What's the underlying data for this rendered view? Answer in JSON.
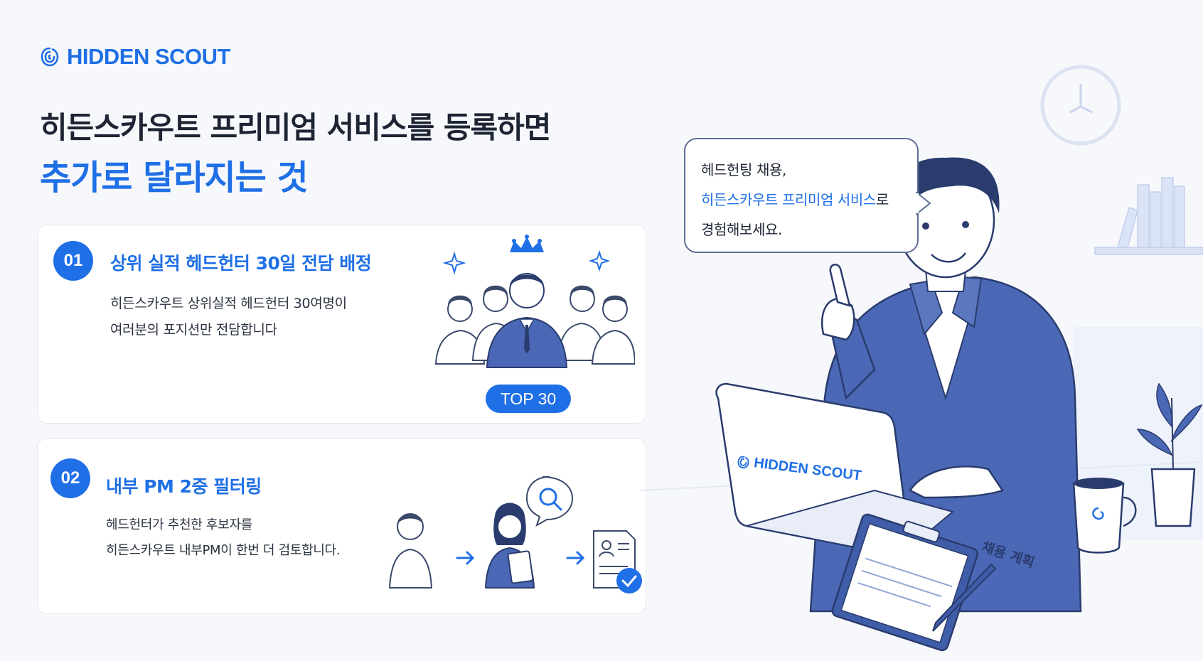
{
  "brand": {
    "name": "HIDDEN SCOUT",
    "color": "#1f6fe6"
  },
  "headline": {
    "line1": "히든스카우트 프리미엄 서비스를 등록하면",
    "line2": "추가로 달라지는 것"
  },
  "cards": [
    {
      "number": "01",
      "title": "상위 실적 헤드헌터 30일 전담 배정",
      "desc_line1": "히든스카우트 상위실적 헤드헌터 30여명이",
      "desc_line2": "여러분의 포지션만 전담합니다",
      "badge": "TOP 30"
    },
    {
      "number": "02",
      "title": "내부 PM 2중 필터링",
      "desc_line1": "헤드헌터가 추천한 후보자를",
      "desc_line2": "히든스카우트 내부PM이 한번 더 검토합니다."
    }
  ],
  "speech": {
    "line1": "헤드헌팅 채용,",
    "line2_highlight": "히든스카우트 프리미엄 서비스",
    "line2_rest": "로",
    "line3": "경험해보세요."
  },
  "laptop_brand": "HIDDEN SCOUT",
  "clipboard_title": "채용 계획",
  "icons": [
    "fingerprint-logo-icon",
    "crown-icon",
    "sparkle-icon",
    "arrow-right-icon",
    "search-icon",
    "document-check-icon",
    "clock-icon",
    "coffee-mug-icon",
    "plant-icon",
    "pen-icon"
  ]
}
